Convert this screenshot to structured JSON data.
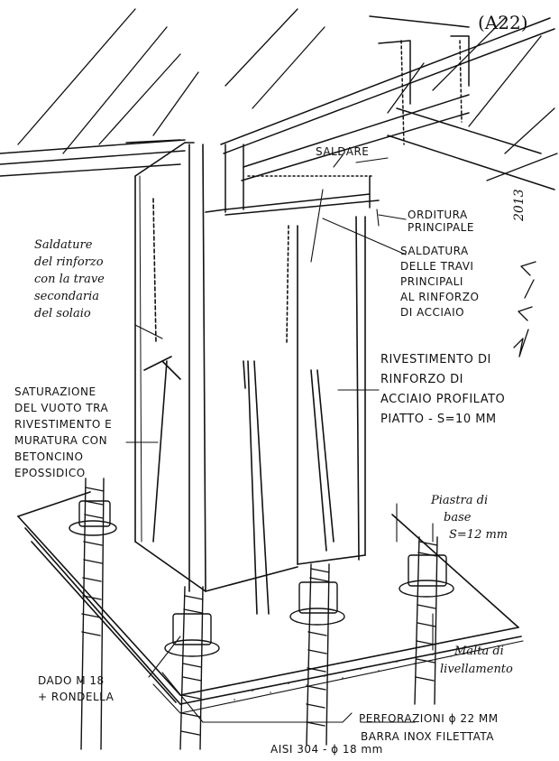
{
  "sheet_code": "(A22)",
  "signature_year": "2013",
  "labels": {
    "saldare": "SALDARE",
    "orditura": [
      "ORDITURA",
      "PRINCIPALE"
    ],
    "saldatura_travi": [
      "SALDATURA",
      "DELLE TRAVI",
      "PRINCIPALI",
      "AL RINFORZO",
      "DI ACCIAIO"
    ],
    "saldature_rinforzo": [
      "Saldature",
      "del rinforzo",
      "con la trave",
      "secondaria",
      "del solaio"
    ],
    "rivestimento": [
      "RIVESTIMENTO DI",
      "RINFORZO DI",
      "ACCIAIO PROFILATO",
      "PIATTO - S=10 MM"
    ],
    "saturazione": [
      "SATURAZIONE",
      "DEL VUOTO TRA",
      "RIVESTIMENTO E",
      "MURATURA CON",
      "BETONCINO",
      "EPOSSIDICO"
    ],
    "piastra": [
      "Piastra di",
      "base",
      "S=12 mm"
    ],
    "malta": [
      "Malta di",
      "livellamento"
    ],
    "dado": [
      "DADO M 18",
      "+ RONDELLA"
    ],
    "perforazioni": "PERFORAZIONI ϕ 22 MM",
    "barra": "BARRA INOX FILETTATA",
    "aisi": "AISI 304 - ϕ 18 mm"
  },
  "colors": {
    "ink": "#111111",
    "paper": "#ffffff"
  }
}
